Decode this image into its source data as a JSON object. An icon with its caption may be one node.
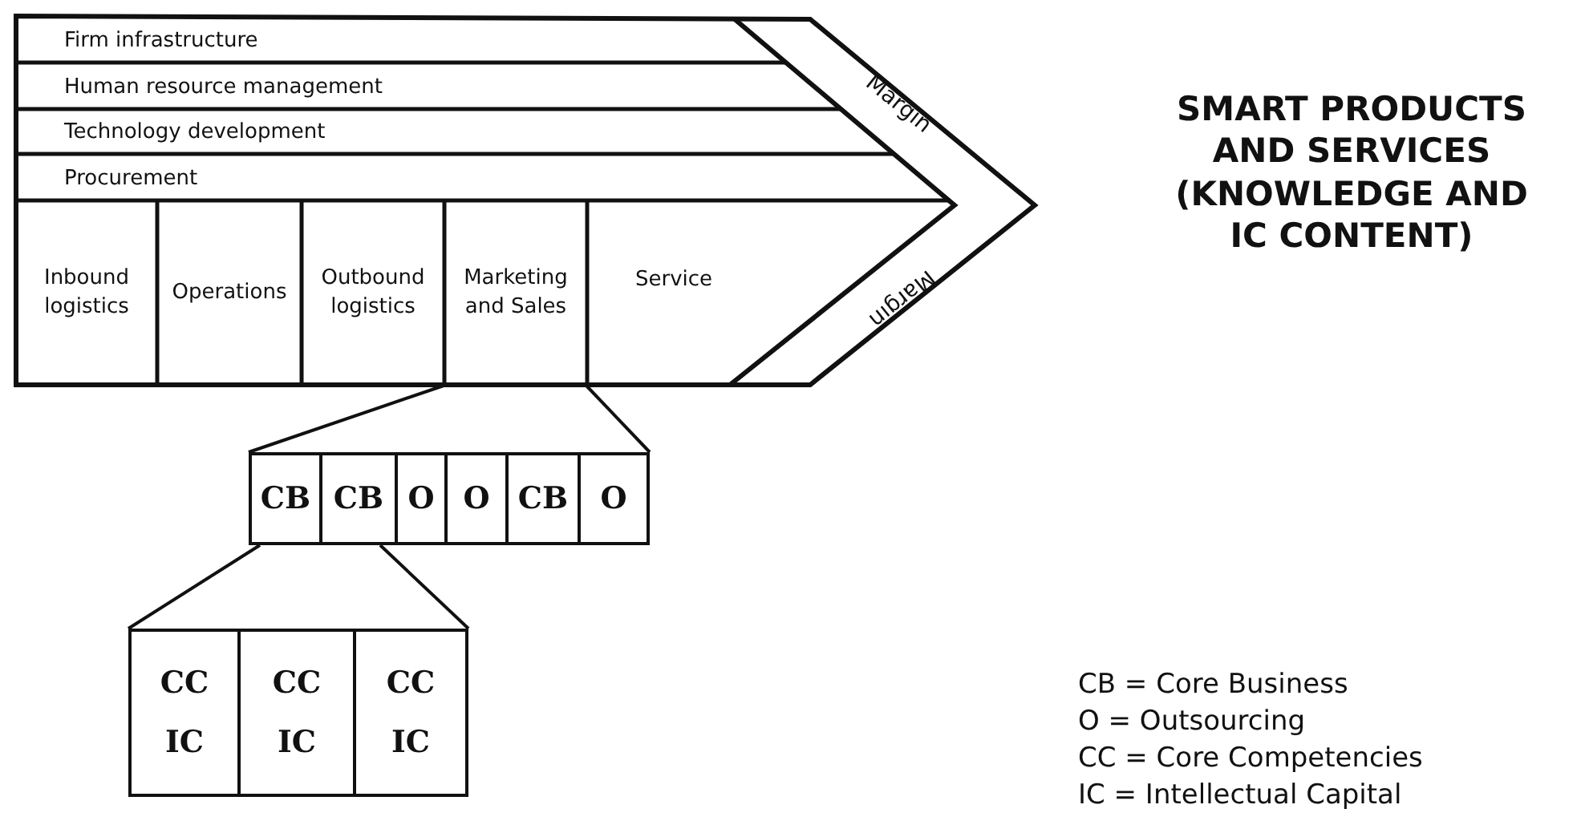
{
  "diagram": {
    "nodes": [
      {
        "text": [
          "Firm infrastructure"
        ]
      },
      {
        "text": [
          "Human resource management"
        ]
      },
      {
        "text": [
          "Technology development"
        ]
      },
      {
        "text": [
          "Procurement"
        ]
      },
      {
        "text": [
          "Inbound logistics"
        ]
      },
      {
        "text": [
          "Operations"
        ]
      },
      {
        "text": [
          "Outbound logistics"
        ]
      },
      {
        "text": [
          "Marketing and Sales"
        ]
      },
      {
        "text": [
          "Service"
        ]
      },
      {
        "text": [
          "CB"
        ]
      },
      {
        "text": [
          "CB"
        ]
      },
      {
        "text": [
          "O"
        ]
      },
      {
        "text": [
          "O"
        ]
      },
      {
        "text": [
          "CB"
        ]
      },
      {
        "text": [
          "O"
        ]
      },
      {
        "text": [
          "CC",
          "IC"
        ]
      },
      {
        "text": [
          "CC",
          "IC"
        ]
      },
      {
        "text": [
          "CC",
          "IC"
        ]
      }
    ],
    "edges": [
      {
        "from": 7,
        "to": 9,
        "arrow": "none"
      },
      {
        "from": 7,
        "to": 14,
        "arrow": "none"
      },
      {
        "from": 9,
        "to": 15,
        "arrow": "none"
      },
      {
        "from": 10,
        "to": 17,
        "arrow": "none"
      }
    ],
    "labels": [
      "Margin",
      "Margin",
      "SMART PRODUCTS AND SERVICES (KNOWLEDGE AND IC CONTENT)",
      "CB = Core Business",
      "O = Outsourcing",
      "CC = Core Competencies",
      "IC = Intellectual Capital"
    ]
  }
}
